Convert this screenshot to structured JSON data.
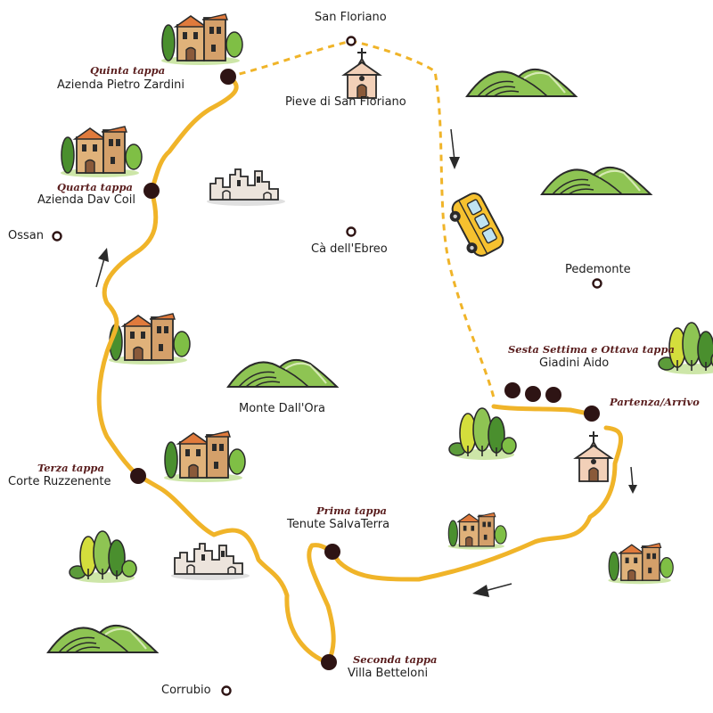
{
  "places": {
    "san_floriano": "San Floriano",
    "pieve": "Pieve di San Floriano",
    "ossan": "Ossan",
    "ca_ebreo": "Cà dell'Ebreo",
    "pedemonte": "Pedemonte",
    "monte_dall_ora": "Monte Dall'Ora",
    "corrubio": "Corrubio"
  },
  "stages": [
    {
      "title": "Prima tappa",
      "name": "Tenute SalvaTerra"
    },
    {
      "title": "Seconda tappa",
      "name": "Villa Betteloni"
    },
    {
      "title": "Terza tappa",
      "name": "Corte Ruzzenente"
    },
    {
      "title": "Quarta tappa",
      "name": "Azienda Dav Coil"
    },
    {
      "title": "Quinta tappa",
      "name": "Azienda Pietro Zardini"
    },
    {
      "title": "Sesta Settima e Ottava tappa",
      "name": "Giadini Aido"
    }
  ],
  "start_finish": "Partenza/Arrivo",
  "colors": {
    "route": "#f0b429",
    "stop_marker": "#2e1414",
    "stage_title": "#5a1e1e",
    "hill": "#8ec453",
    "tree": "#4a8f2e",
    "building": "#e0b27a",
    "bus": "#f6c12f"
  },
  "icons": [
    "village-icon",
    "church-icon",
    "hill-icon",
    "tree-cluster-icon",
    "castle-ruins-icon",
    "minibus-icon",
    "direction-arrow-icon"
  ]
}
